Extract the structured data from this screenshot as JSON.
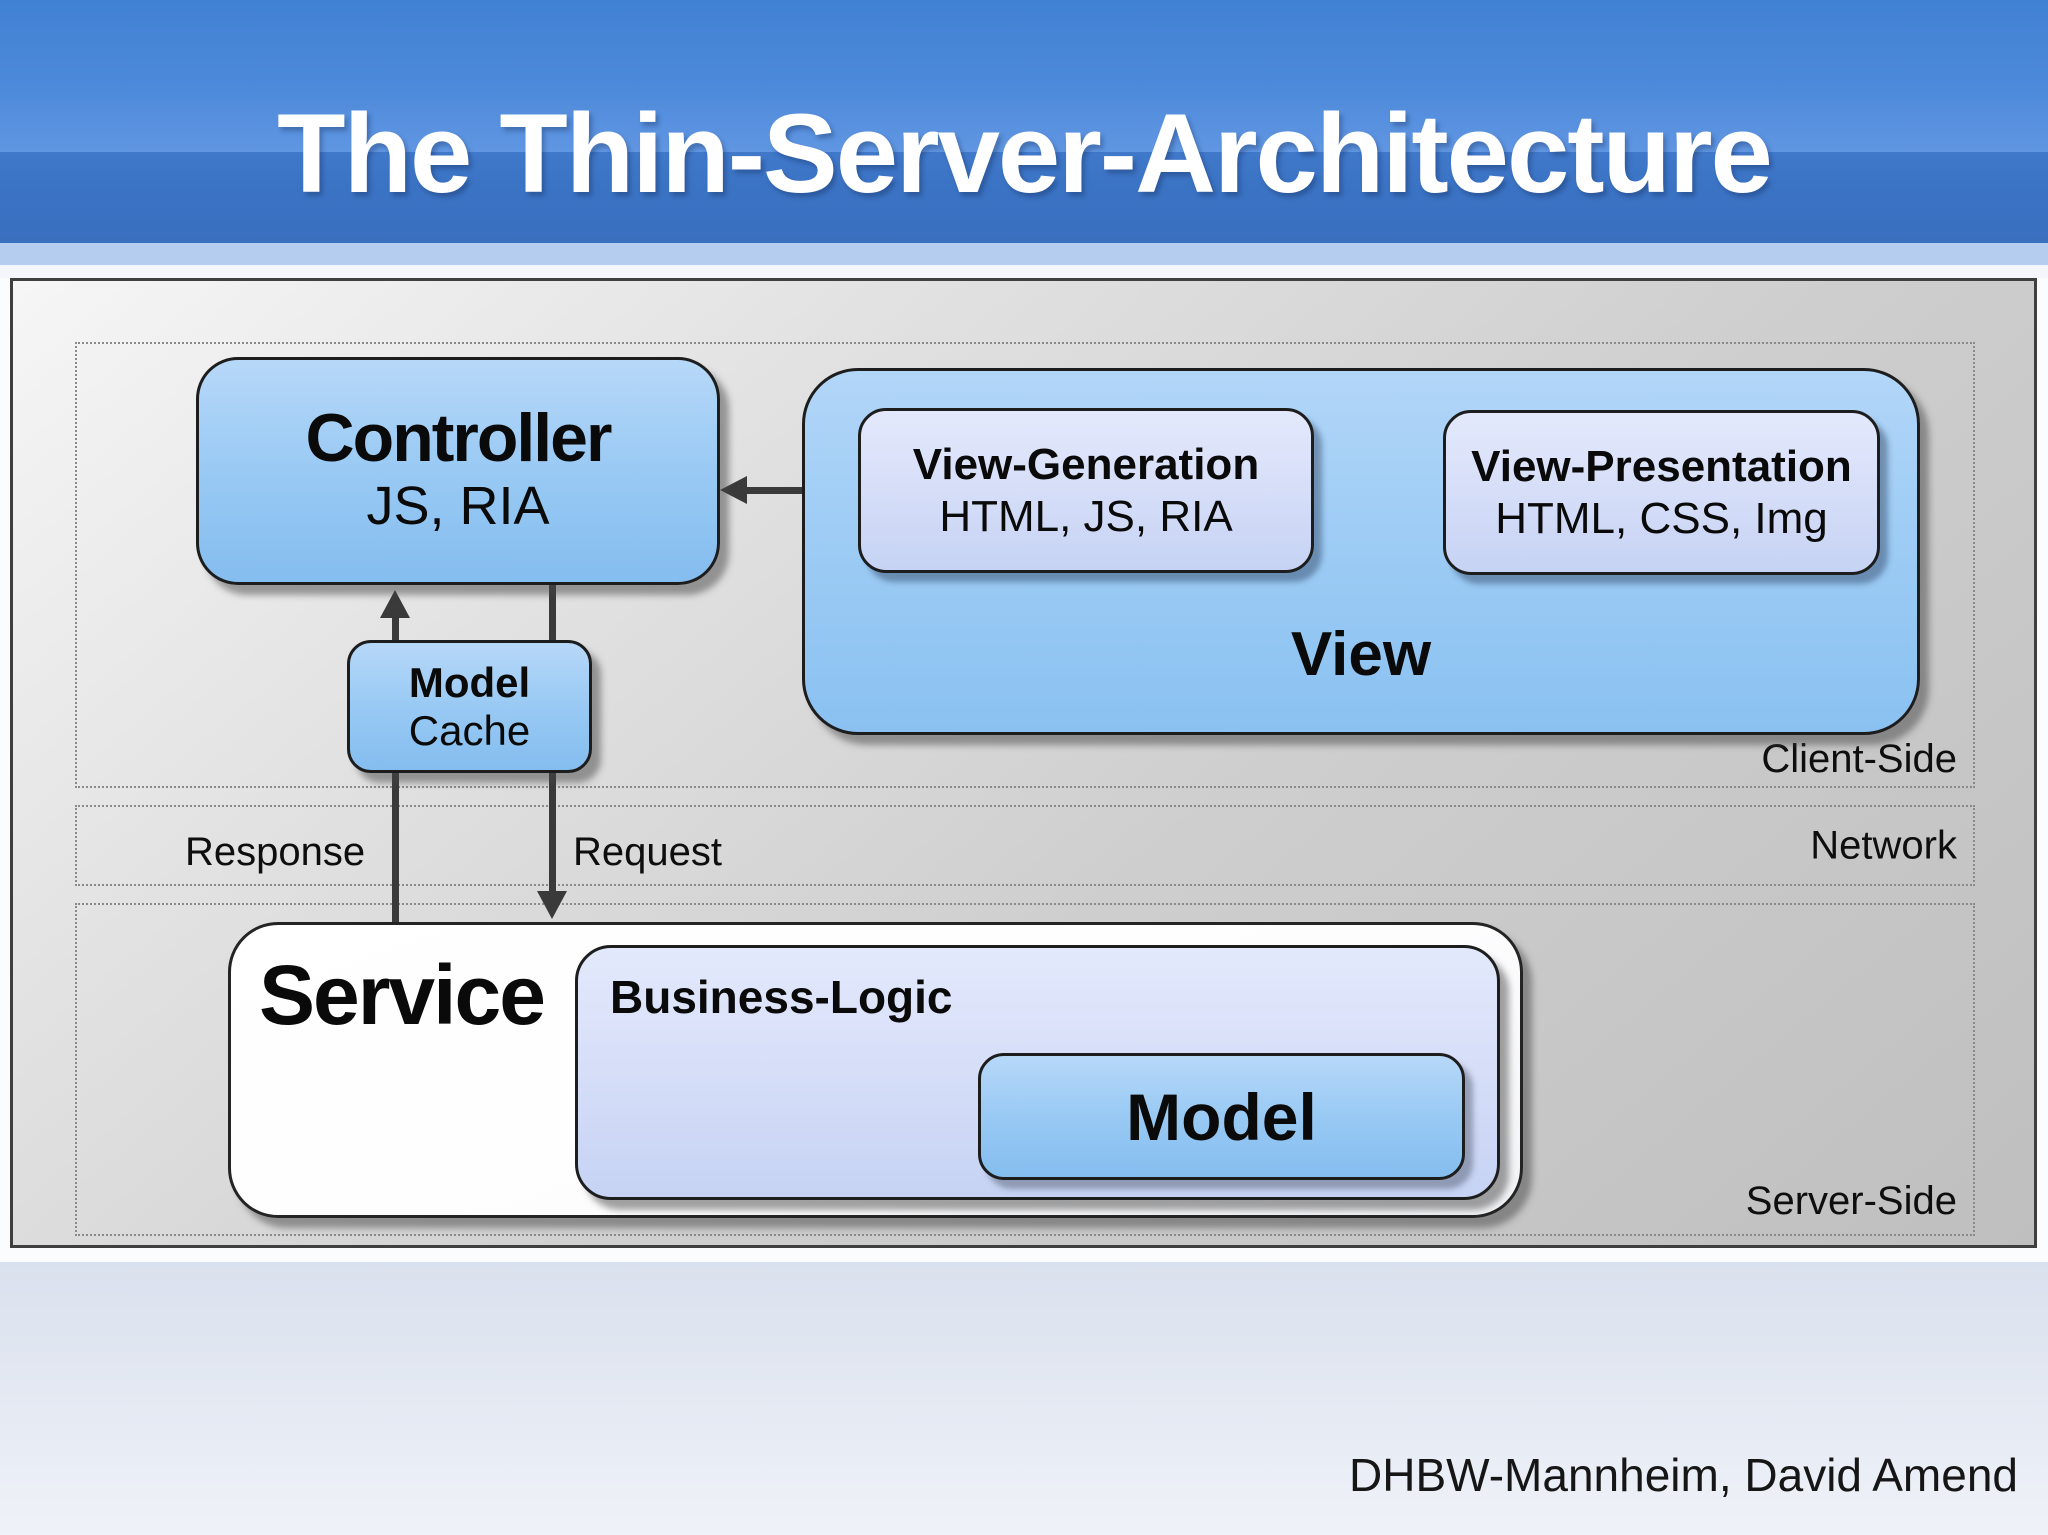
{
  "slide": {
    "title": "The Thin-Server-Architecture",
    "credit": "DHBW-Mannheim, David Amend"
  },
  "zones": {
    "client": {
      "label": "Client-Side"
    },
    "network": {
      "label": "Network"
    },
    "server": {
      "label": "Server-Side"
    }
  },
  "nodes": {
    "controller": {
      "title": "Controller",
      "subtitle": "JS, RIA"
    },
    "view": {
      "label": "View"
    },
    "view_generation": {
      "title": "View-Generation",
      "subtitle": "HTML, JS, RIA"
    },
    "view_presentation": {
      "title": "View-Presentation",
      "subtitle": "HTML, CSS, Img"
    },
    "model_cache": {
      "title": "Model",
      "subtitle": "Cache"
    },
    "service": {
      "title": "Service"
    },
    "business_logic": {
      "title": "Business-Logic"
    },
    "model": {
      "title": "Model"
    }
  },
  "edges": {
    "response_label": "Response",
    "request_label": "Request"
  },
  "colors": {
    "header_top_blue": "#4584d6",
    "title_band_blue": "#3b73c4",
    "header_strip_blue": "#b5cdee",
    "node_blue": "#9acaf4",
    "node_lavender": "#d6def8",
    "panel_gray": "#cfcfcf",
    "arrow_dark": "#3a3a3a",
    "footer_background": "#e3e8f2"
  }
}
